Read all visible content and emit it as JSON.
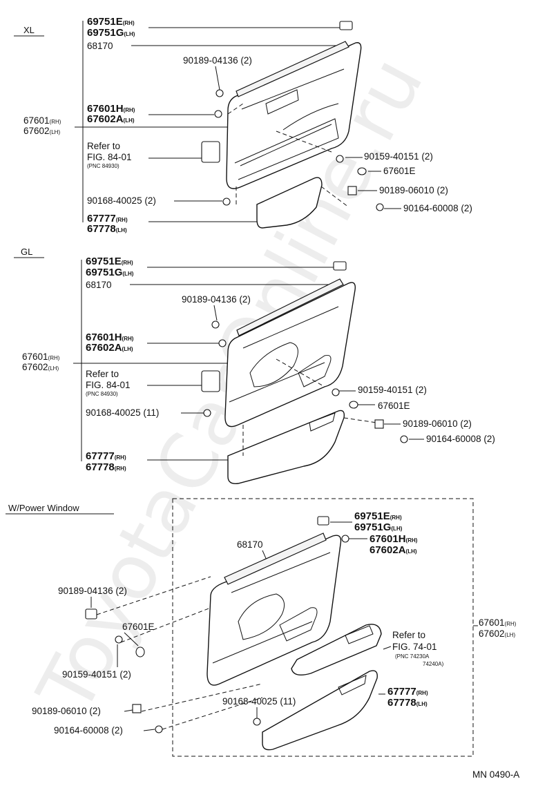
{
  "watermark": "ToyotaCarOnline.ru",
  "sections": {
    "xl": "XL",
    "gl": "GL",
    "pw": "W/Power Window"
  },
  "footer_code": "MN 0490-A",
  "xl": {
    "p69751e": "69751E",
    "p69751e_s": "(RH)",
    "p69751g": "69751G",
    "p69751g_s": "(LH)",
    "p68170": "68170",
    "p90189a": "90189-04136 (2)",
    "p67601h": "67601H",
    "p67601h_s": "(RH)",
    "p67602a": "67602A",
    "p67602a_s": "(LH)",
    "p67601": "67601",
    "p67601_s": "(RH)",
    "p67602": "67602",
    "p67602_s": "(LH)",
    "refer": "Refer to",
    "fig": "FIG. 84-01",
    "pnc": "(PNC 84930)",
    "p90159": "90159-40151 (2)",
    "p67601e": "67601E",
    "p90189b": "90189-06010 (2)",
    "p90168": "90168-40025 (2)",
    "p90164": "90164-60008 (2)",
    "p67777": "67777",
    "p67777_s": "(RH)",
    "p67778": "67778",
    "p67778_s": "(LH)"
  },
  "gl": {
    "p69751e": "69751E",
    "p69751e_s": "(RH)",
    "p69751g": "69751G",
    "p69751g_s": "(LH)",
    "p68170": "68170",
    "p90189a": "90189-04136 (2)",
    "p67601h": "67601H",
    "p67601h_s": "(RH)",
    "p67602a": "67602A",
    "p67602a_s": "(LH)",
    "p67601": "67601",
    "p67601_s": "(RH)",
    "p67602": "67602",
    "p67602_s": "(LH)",
    "refer": "Refer to",
    "fig": "FIG. 84-01",
    "pnc": "(PNC 84930)",
    "p90159": "90159-40151 (2)",
    "p67601e": "67601E",
    "p90168": "90168-40025 (11)",
    "p90189b": "90189-06010 (2)",
    "p90164": "90164-60008 (2)",
    "p67777": "67777",
    "p67777_s": "(RH)",
    "p67778": "67778",
    "p67778_s": "(RH)"
  },
  "pw": {
    "p69751e": "69751E",
    "p69751e_s": "(RH)",
    "p69751g": "69751G",
    "p69751g_s": "(LH)",
    "p67601h": "67601H",
    "p67601h_s": "(RH)",
    "p67602a": "67602A",
    "p67602a_s": "(LH)",
    "p68170": "68170",
    "p90189a": "90189-04136 (2)",
    "p67601e": "67601E",
    "p90159": "90159-40151 (2)",
    "p67601": "67601",
    "p67601_s": "(RH)",
    "p67602": "67602",
    "p67602_s": "(LH)",
    "refer": "Refer to",
    "fig": "FIG. 74-01",
    "pnc1": "(PNC 74230A",
    "pnc2": "74240A)",
    "p67777": "67777",
    "p67777_s": "(RH)",
    "p67778": "67778",
    "p67778_s": "(LH)",
    "p90168": "90168-40025 (11)",
    "p90189b": "90189-06010 (2)",
    "p90164": "90164-60008 (2)"
  }
}
